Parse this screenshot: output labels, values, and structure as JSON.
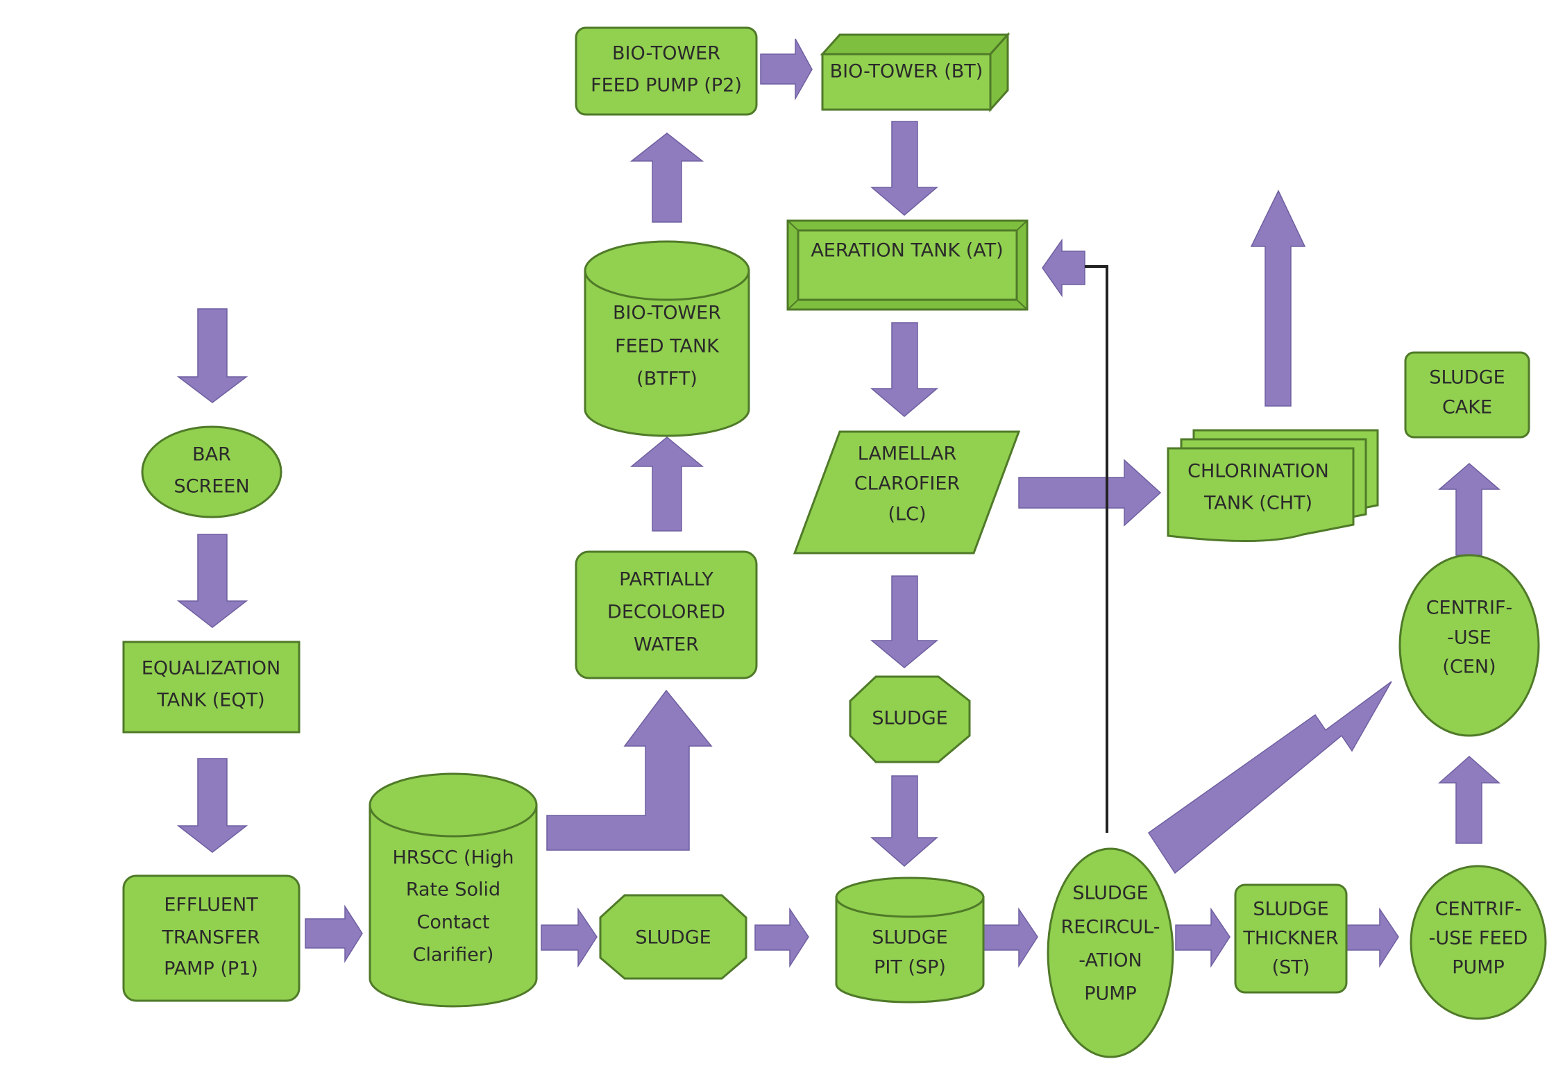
{
  "colors": {
    "node_fill": "#92d050",
    "node_stroke": "#4f7a28",
    "arrow_fill": "#8f7cbf",
    "text": "#2a2a2a"
  },
  "nodes": {
    "bar_screen": [
      "BAR",
      "SCREEN"
    ],
    "equalization_tank": [
      "EQUALIZATION",
      "TANK (EQT)"
    ],
    "effluent_transfer_pamp": [
      "EFFLUENT",
      "TRANSFER",
      "PAMP (P1)"
    ],
    "hrscc": [
      "HRSCC (High",
      "Rate Solid",
      "Contact",
      "Clarifier)"
    ],
    "sludge_bottom": [
      "SLUDGE"
    ],
    "partially_decolored_water": [
      "PARTIALLY",
      "DECOLORED",
      "WATER"
    ],
    "bio_tower_feed_tank": [
      "BIO-TOWER",
      "FEED TANK",
      "(BTFT)"
    ],
    "bio_tower_feed_pump": [
      "BIO-TOWER",
      "FEED PUMP (P2)"
    ],
    "bio_tower": [
      "BIO-TOWER (BT)"
    ],
    "aeration_tank": [
      "AERATION TANK (AT)"
    ],
    "lamellar_clarofier": [
      "LAMELLAR",
      "CLAROFIER",
      "(LC)"
    ],
    "sludge_middle": [
      "SLUDGE"
    ],
    "sludge_pit": [
      "SLUDGE",
      "PIT (SP)"
    ],
    "sludge_recirculation_pump": [
      "SLUDGE",
      "RECIRCUL-",
      "-ATION",
      "PUMP"
    ],
    "sludge_thickner": [
      "SLUDGE",
      "THICKNER",
      "(ST)"
    ],
    "centrifuse_feed_pump": [
      "CENTRIF-",
      "-USE FEED",
      "PUMP"
    ],
    "centrifuse": [
      "CENTRIF-",
      "-USE",
      "(CEN)"
    ],
    "sludge_cake": [
      "SLUDGE",
      "CAKE"
    ],
    "chlorination_tank": [
      "CHLORINATION",
      "TANK (CHT)"
    ]
  }
}
